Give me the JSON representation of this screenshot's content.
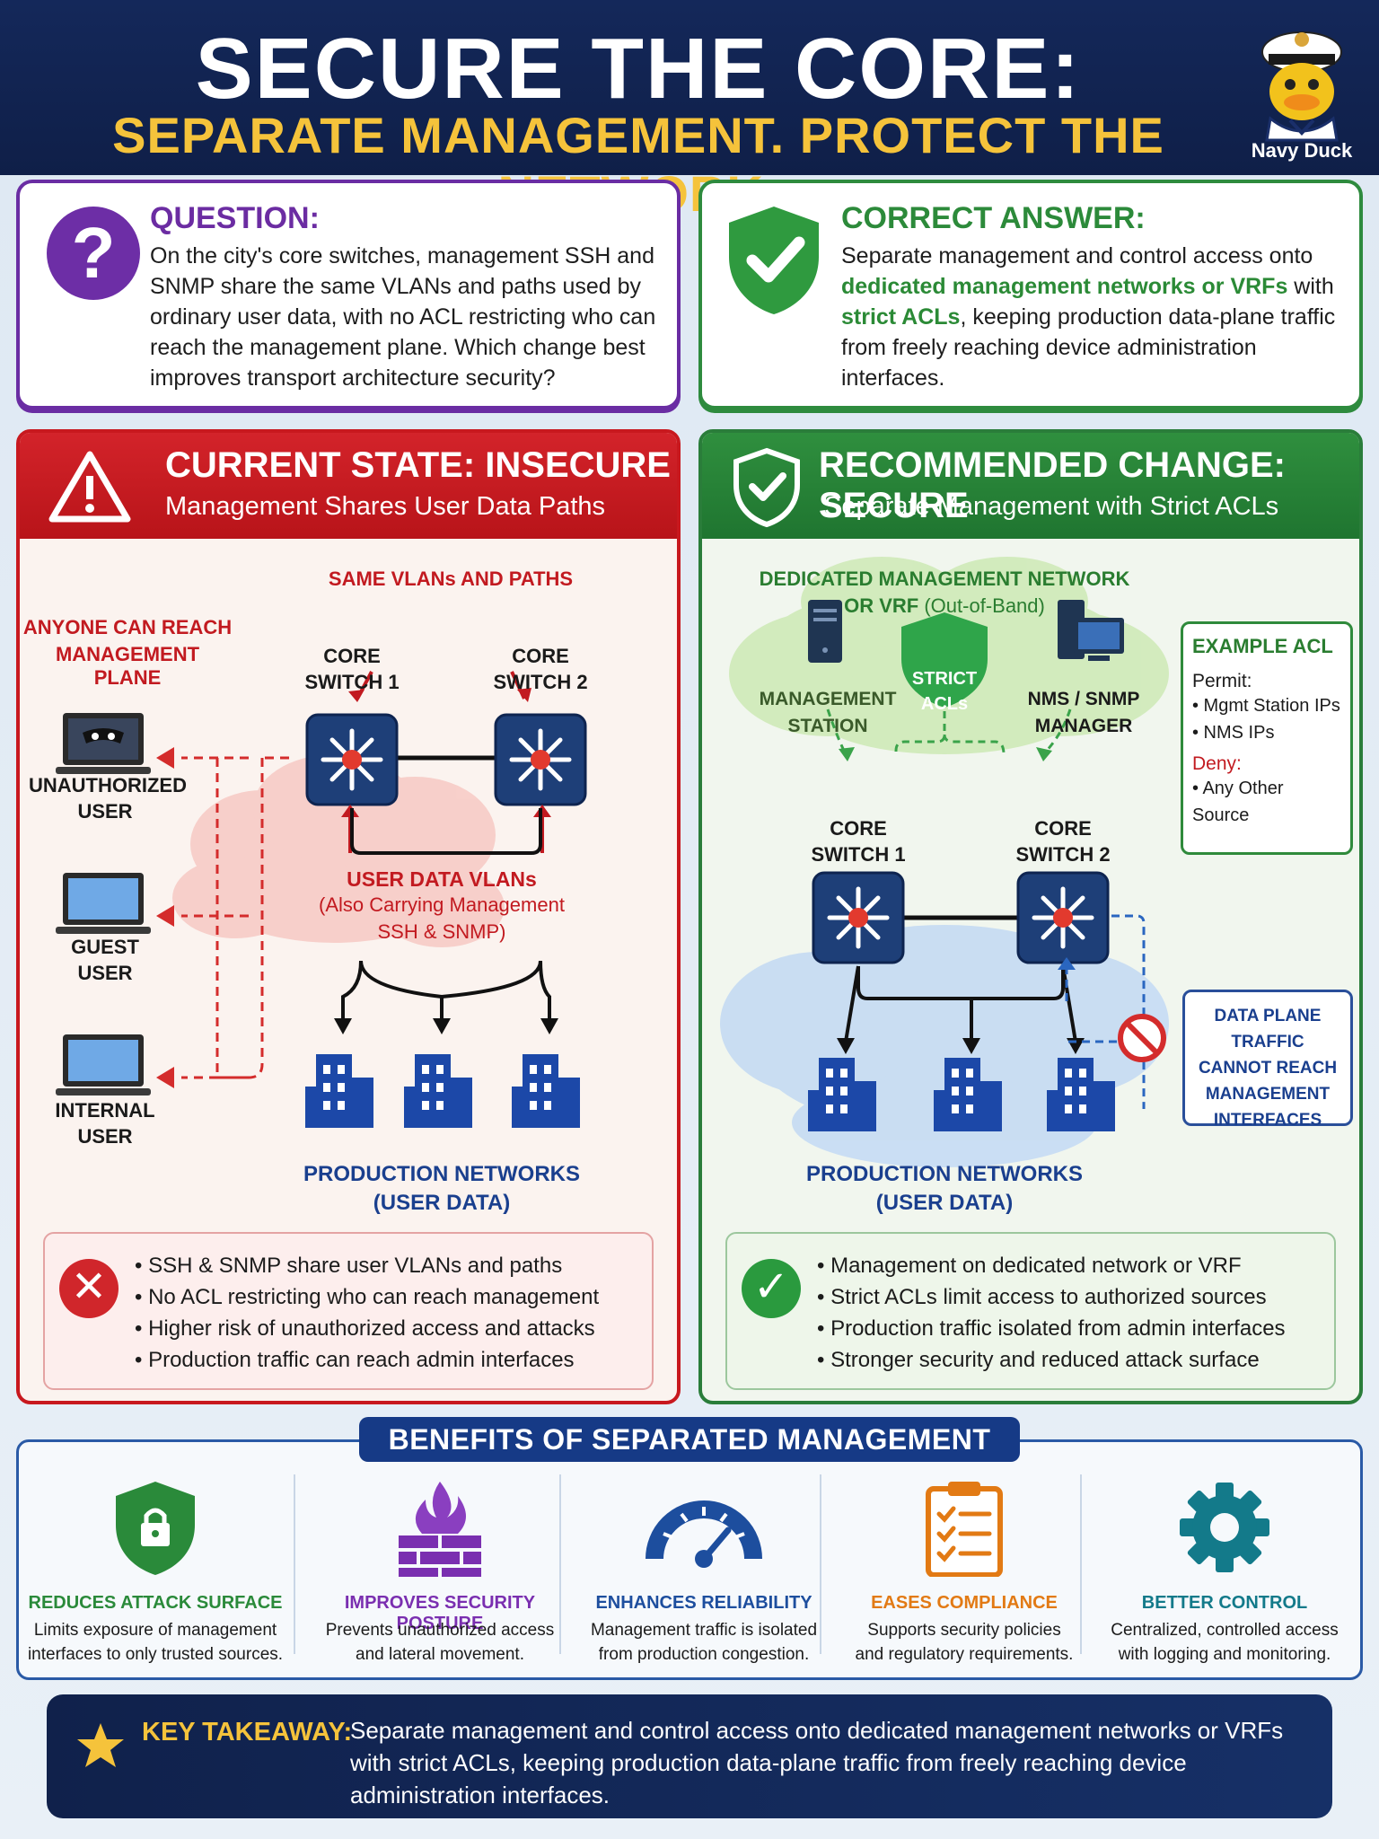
{
  "header": {
    "title": "SECURE THE CORE:",
    "subtitle": "SEPARATE MANAGEMENT. PROTECT THE NETWORK.",
    "mascot_label": "Navy Duck"
  },
  "question": {
    "heading": "QUESTION:",
    "text": "On the city's core switches, management SSH and SNMP share the same VLANs and paths used by ordinary user data, with no ACL restricting who can reach the management plane. Which change best improves transport architecture security?"
  },
  "answer": {
    "heading": "CORRECT ANSWER:",
    "text_1": "Separate management and control access onto ",
    "highlight_1": "dedicated management networks or VRFs",
    "text_2": " with ",
    "highlight_2": "strict ACLs",
    "text_3": ", keeping production data-plane traffic from freely reaching device administration interfaces."
  },
  "current_state": {
    "title": "CURRENT STATE: INSECURE",
    "subtitle": "Management Shares User Data Paths",
    "same_vlans_label": "SAME VLANs AND PATHS",
    "anyone_label_1": "ANYONE CAN REACH",
    "anyone_label_2": "MANAGEMENT PLANE",
    "switch1_line1": "CORE",
    "switch1_line2": "SWITCH 1",
    "switch2_line1": "CORE",
    "switch2_line2": "SWITCH 2",
    "users": [
      {
        "line1": "UNAUTHORIZED",
        "line2": "USER"
      },
      {
        "line1": "GUEST",
        "line2": "USER"
      },
      {
        "line1": "INTERNAL",
        "line2": "USER"
      }
    ],
    "cloud_title": "USER DATA VLANs",
    "cloud_sub_1": "(Also Carrying Management",
    "cloud_sub_2": "SSH & SNMP)",
    "production_1": "PRODUCTION NETWORKS",
    "production_2": "(USER DATA)",
    "bullets": [
      "SSH & SNMP share user VLANs and paths",
      "No ACL restricting who can reach management",
      "Higher risk of unauthorized access and attacks",
      "Production traffic can reach admin interfaces"
    ]
  },
  "recommended": {
    "title": "RECOMMENDED CHANGE: SECURE",
    "subtitle": "Separate Management with Strict ACLs",
    "mgmt_net_1": "DEDICATED MANAGEMENT NETWORK",
    "mgmt_net_2a": "OR VRF ",
    "mgmt_net_2b": "(Out-of-Band)",
    "station_1": "MANAGEMENT",
    "station_2": "STATION",
    "nms_1": "NMS / SNMP",
    "nms_2": "MANAGER",
    "strict_1": "STRICT",
    "strict_2": "ACLs",
    "switch1_line1": "CORE",
    "switch1_line2": "SWITCH 1",
    "switch2_line1": "CORE",
    "switch2_line2": "SWITCH 2",
    "acl": {
      "title": "EXAMPLE ACL",
      "permit_label": "Permit:",
      "permit_items": [
        "• Mgmt Station IPs",
        "• NMS IPs"
      ],
      "deny_label": "Deny:",
      "deny_items": [
        "• Any Other Source"
      ]
    },
    "data_plane_1": "DATA PLANE TRAFFIC",
    "data_plane_2": "CANNOT REACH",
    "data_plane_3": "MANAGEMENT",
    "data_plane_4": "INTERFACES",
    "production_1": "PRODUCTION NETWORKS",
    "production_2": "(USER DATA)",
    "bullets": [
      "Management on dedicated network or VRF",
      "Strict ACLs limit access to authorized sources",
      "Production traffic isolated from admin interfaces",
      "Stronger security and reduced attack surface"
    ]
  },
  "benefits": {
    "heading": "BENEFITS OF SEPARATED MANAGEMENT",
    "items": [
      {
        "icon": "lock-shield-icon",
        "color": "#2a8a3a",
        "title": "REDUCES ATTACK SURFACE",
        "desc_1": "Limits exposure of management",
        "desc_2": "interfaces to only trusted sources."
      },
      {
        "icon": "firewall-icon",
        "color": "#7a2fb0",
        "title": "IMPROVES SECURITY POSTURE",
        "desc_1": "Prevents unauthorized access",
        "desc_2": "and lateral movement."
      },
      {
        "icon": "gauge-icon",
        "color": "#1d4e9e",
        "title": "ENHANCES RELIABILITY",
        "desc_1": "Management traffic is isolated",
        "desc_2": "from production congestion."
      },
      {
        "icon": "clipboard-icon",
        "color": "#e27a14",
        "title": "EASES COMPLIANCE",
        "desc_1": "Supports security policies",
        "desc_2": "and regulatory requirements."
      },
      {
        "icon": "gear-icon",
        "color": "#137a8a",
        "title": "BETTER CONTROL",
        "desc_1": "Centralized, controlled access",
        "desc_2": "with logging and monitoring."
      }
    ]
  },
  "takeaway": {
    "label": "KEY TAKEAWAY:",
    "text": "Separate management and control access onto dedicated management networks or VRFs with strict ACLs, keeping production data-plane traffic from freely reaching device administration interfaces."
  },
  "colors": {
    "navy": "#13244d",
    "insecure_red": "#c8181e",
    "secure_green": "#2a7d3a",
    "gold": "#f5c33b",
    "purple": "#6a2da3"
  }
}
